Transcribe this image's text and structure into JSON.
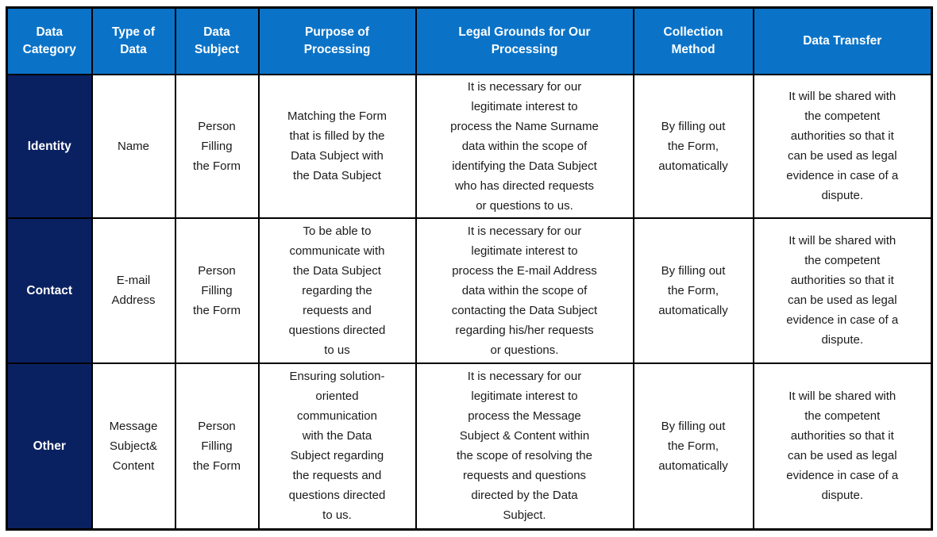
{
  "colors": {
    "header_bg": "#0a73c8",
    "header_text": "#ffffff",
    "category_bg": "#0a2161",
    "category_text": "#ffffff",
    "body_text": "#1b1b1b",
    "border": "#000000"
  },
  "table": {
    "columns": [
      {
        "id": "data_category",
        "label": "Data\nCategory"
      },
      {
        "id": "type_of_data",
        "label": "Type of\nData"
      },
      {
        "id": "data_subject",
        "label": "Data\nSubject"
      },
      {
        "id": "purpose",
        "label": "Purpose of\nProcessing"
      },
      {
        "id": "legal_grounds",
        "label": "Legal Grounds for Our\nProcessing"
      },
      {
        "id": "collection_method",
        "label": "Collection\nMethod"
      },
      {
        "id": "data_transfer",
        "label": "Data Transfer"
      }
    ],
    "rows": [
      {
        "category": "Identity",
        "type_of_data": "Name",
        "data_subject": "Person\nFilling\nthe Form",
        "purpose": "Matching the Form\nthat is filled by the\nData Subject with\nthe Data Subject",
        "legal_grounds": "It is necessary for our\nlegitimate interest to\nprocess the Name Surname\ndata within the scope of\nidentifying the Data Subject\nwho has directed requests\nor questions to us.",
        "collection_method": "By filling out\nthe Form,\nautomatically",
        "data_transfer": "It will be shared with\nthe competent\nauthorities so that it\ncan be used as legal\nevidence in case of a\ndispute."
      },
      {
        "category": "Contact",
        "type_of_data": "E-mail\nAddress",
        "data_subject": "Person\nFilling\nthe Form",
        "purpose": "To be able to\ncommunicate with\nthe Data Subject\nregarding the\nrequests and\nquestions directed\nto us",
        "legal_grounds": "It is necessary for our\nlegitimate interest to\nprocess the E-mail Address\ndata within the scope of\ncontacting the Data Subject\nregarding his/her requests\nor questions.",
        "collection_method": "By filling out\nthe Form,\nautomatically",
        "data_transfer": "It will be shared with\nthe competent\nauthorities so that it\ncan be used as legal\nevidence in case of a\ndispute."
      },
      {
        "category": "Other",
        "type_of_data": "Message\nSubject&\nContent",
        "data_subject": "Person\nFilling\nthe Form",
        "purpose": "Ensuring solution-\noriented\ncommunication\nwith the Data\nSubject regarding\nthe requests and\nquestions directed\nto us.",
        "legal_grounds": "It is necessary for our\nlegitimate interest to\nprocess the Message\nSubject & Content within\nthe scope of resolving the\nrequests and questions\ndirected by the Data\nSubject.",
        "collection_method": "By filling out\nthe Form,\nautomatically",
        "data_transfer": "It will be shared with\nthe competent\nauthorities so that it\ncan be used as legal\nevidence in case of a\ndispute."
      }
    ]
  }
}
